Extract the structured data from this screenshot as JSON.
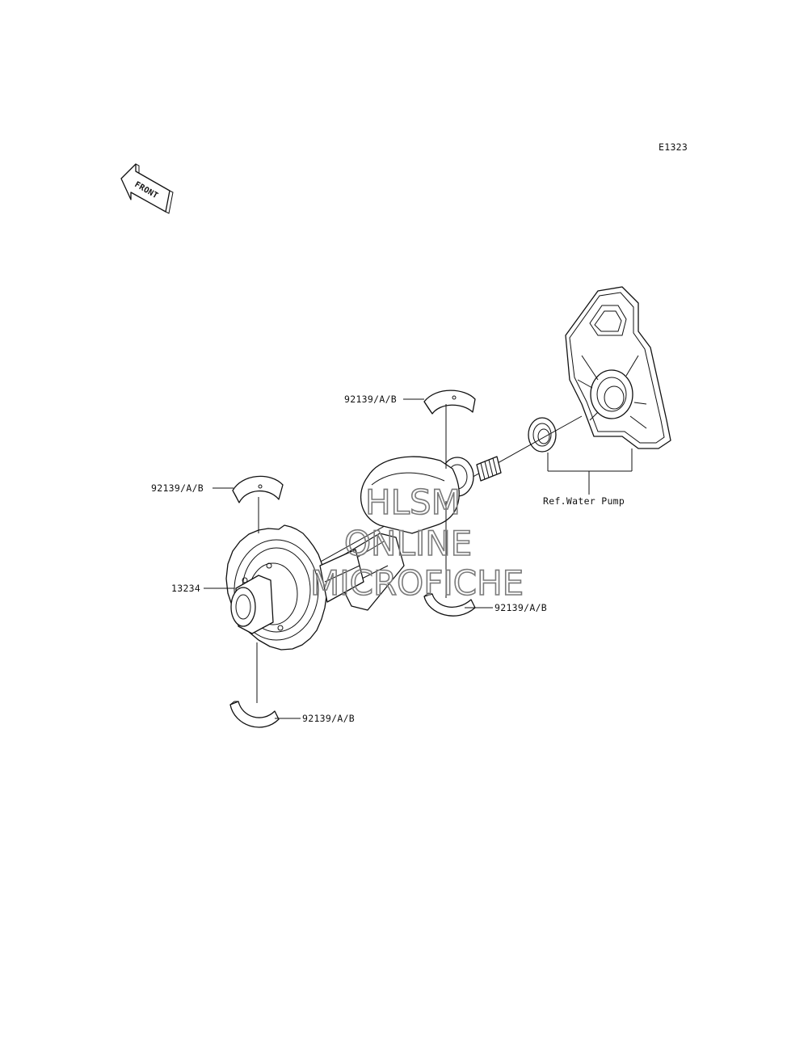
{
  "diagram_code": "E1323",
  "front_arrow_text": "FRONT",
  "watermark": {
    "line1": "HLSM",
    "line2": "ONLINE",
    "line3": "MICROFICHE"
  },
  "callouts": [
    {
      "id": "bearing-top",
      "text": "92139/A/B"
    },
    {
      "id": "bearing-left",
      "text": "92139/A/B"
    },
    {
      "id": "balancer",
      "text": "13234"
    },
    {
      "id": "bearing-right",
      "text": "92139/A/B"
    },
    {
      "id": "bearing-bottom",
      "text": "92139/A/B"
    },
    {
      "id": "ref-water-pump",
      "text": "Ref.Water Pump"
    }
  ]
}
